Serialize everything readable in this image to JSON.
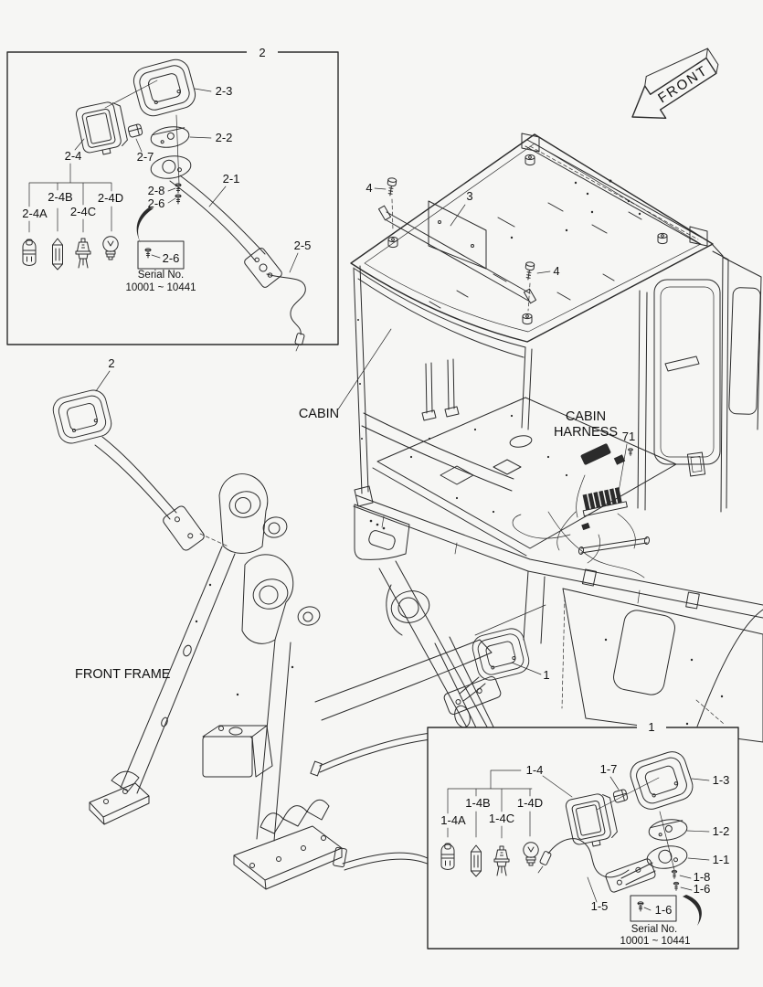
{
  "page": {
    "background": "#f6f6f4",
    "line_color": "#2b2b2b",
    "text_color": "#111111"
  },
  "front_arrow": {
    "label": "FRONT"
  },
  "machine": {
    "cabin_label": "CABIN",
    "cabin_harness_label": [
      "CABIN",
      "HARNESS"
    ],
    "front_frame_label": "FRONT FRAME",
    "callouts": {
      "roof_plate": "3",
      "roof_bolt_left": "4",
      "roof_bolt_right": "4",
      "harness_connector": "71",
      "front_lamp_group": "2",
      "rear_lamp_group": "1"
    }
  },
  "inset_front_lamp": {
    "group_label": "2",
    "callouts": {
      "bracket": "2-1",
      "plate": "2-2",
      "bezel": "2-3",
      "lamp": "2-4",
      "harness": "2-5",
      "screw_lower": "2-6",
      "knob": "2-7",
      "screw_upper": "2-8",
      "serial_screw": "2-6"
    },
    "bulbs": [
      {
        "label": "2-4A",
        "glyph": "miniature-bayonet-bulb"
      },
      {
        "label": "2-4B",
        "glyph": "festoon-bulb"
      },
      {
        "label": "2-4C",
        "glyph": "halogen-bulb"
      },
      {
        "label": "2-4D",
        "glyph": "round-bulb"
      }
    ],
    "serial_note": {
      "line1": "Serial No.",
      "line2": "10001 ~ 10441"
    }
  },
  "inset_rear_lamp": {
    "group_label": "1",
    "callouts": {
      "bracket": "1-1",
      "plate": "1-2",
      "bezel": "1-3",
      "lamp": "1-4",
      "harness": "1-5",
      "screw_lower": "1-6",
      "knob": "1-7",
      "screw_upper": "1-8",
      "serial_screw": "1-6"
    },
    "bulbs": [
      {
        "label": "1-4A",
        "glyph": "miniature-bayonet-bulb"
      },
      {
        "label": "1-4B",
        "glyph": "festoon-bulb"
      },
      {
        "label": "1-4C",
        "glyph": "halogen-bulb"
      },
      {
        "label": "1-4D",
        "glyph": "round-bulb"
      }
    ],
    "serial_note": {
      "line1": "Serial No.",
      "line2": "10001 ~ 10441"
    }
  }
}
